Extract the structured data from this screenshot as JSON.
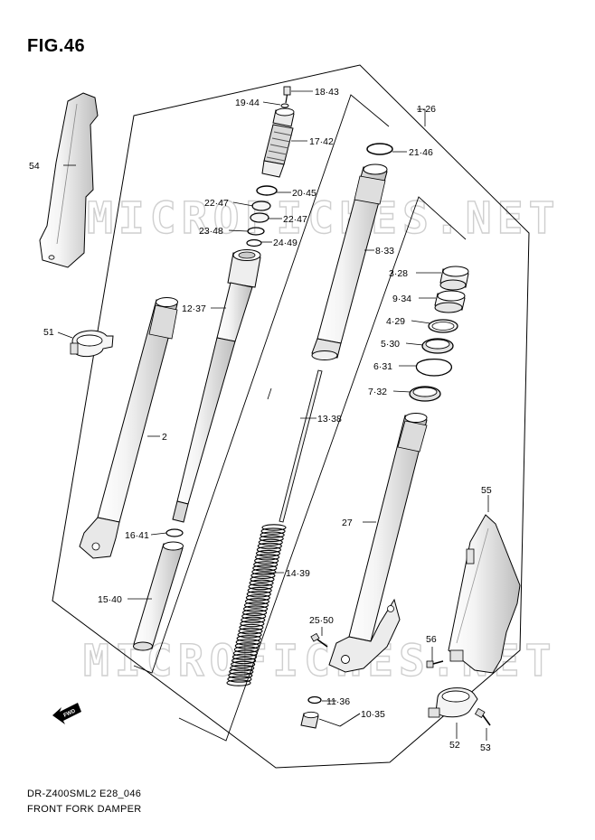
{
  "figure": {
    "title": "FIG.46",
    "diagram_code": "DR-Z400SML2 E28_046",
    "diagram_name": "FRONT FORK DAMPER",
    "watermark": "MICROFICHES.NET",
    "fwd_label": "FWD"
  },
  "callouts": {
    "c18_43": "18·43",
    "c19_44": "19·44",
    "c1_26": "1·26",
    "c17_42": "17·42",
    "c21_46": "21·46",
    "c54": "54",
    "c20_45": "20·45",
    "c22_47_left": "22·47",
    "c22_47_right": "22·47",
    "c23_48": "23·48",
    "c24_49": "24·49",
    "c8_33": "8·33",
    "c3_28": "3·28",
    "c9_34": "9·34",
    "c4_29": "4·29",
    "c5_30": "5·30",
    "c6_31": "6·31",
    "c7_32": "7·32",
    "c12_37": "12·37",
    "c51": "51",
    "c13_38": "13·38",
    "c2": "2",
    "c55": "55",
    "c27": "27",
    "c16_41": "16·41",
    "c14_39": "14·39",
    "c15_40": "15·40",
    "c25_50": "25·50",
    "c56": "56",
    "c11_36": "11·36",
    "c10_35": "10·35",
    "c52": "52",
    "c53": "53"
  }
}
